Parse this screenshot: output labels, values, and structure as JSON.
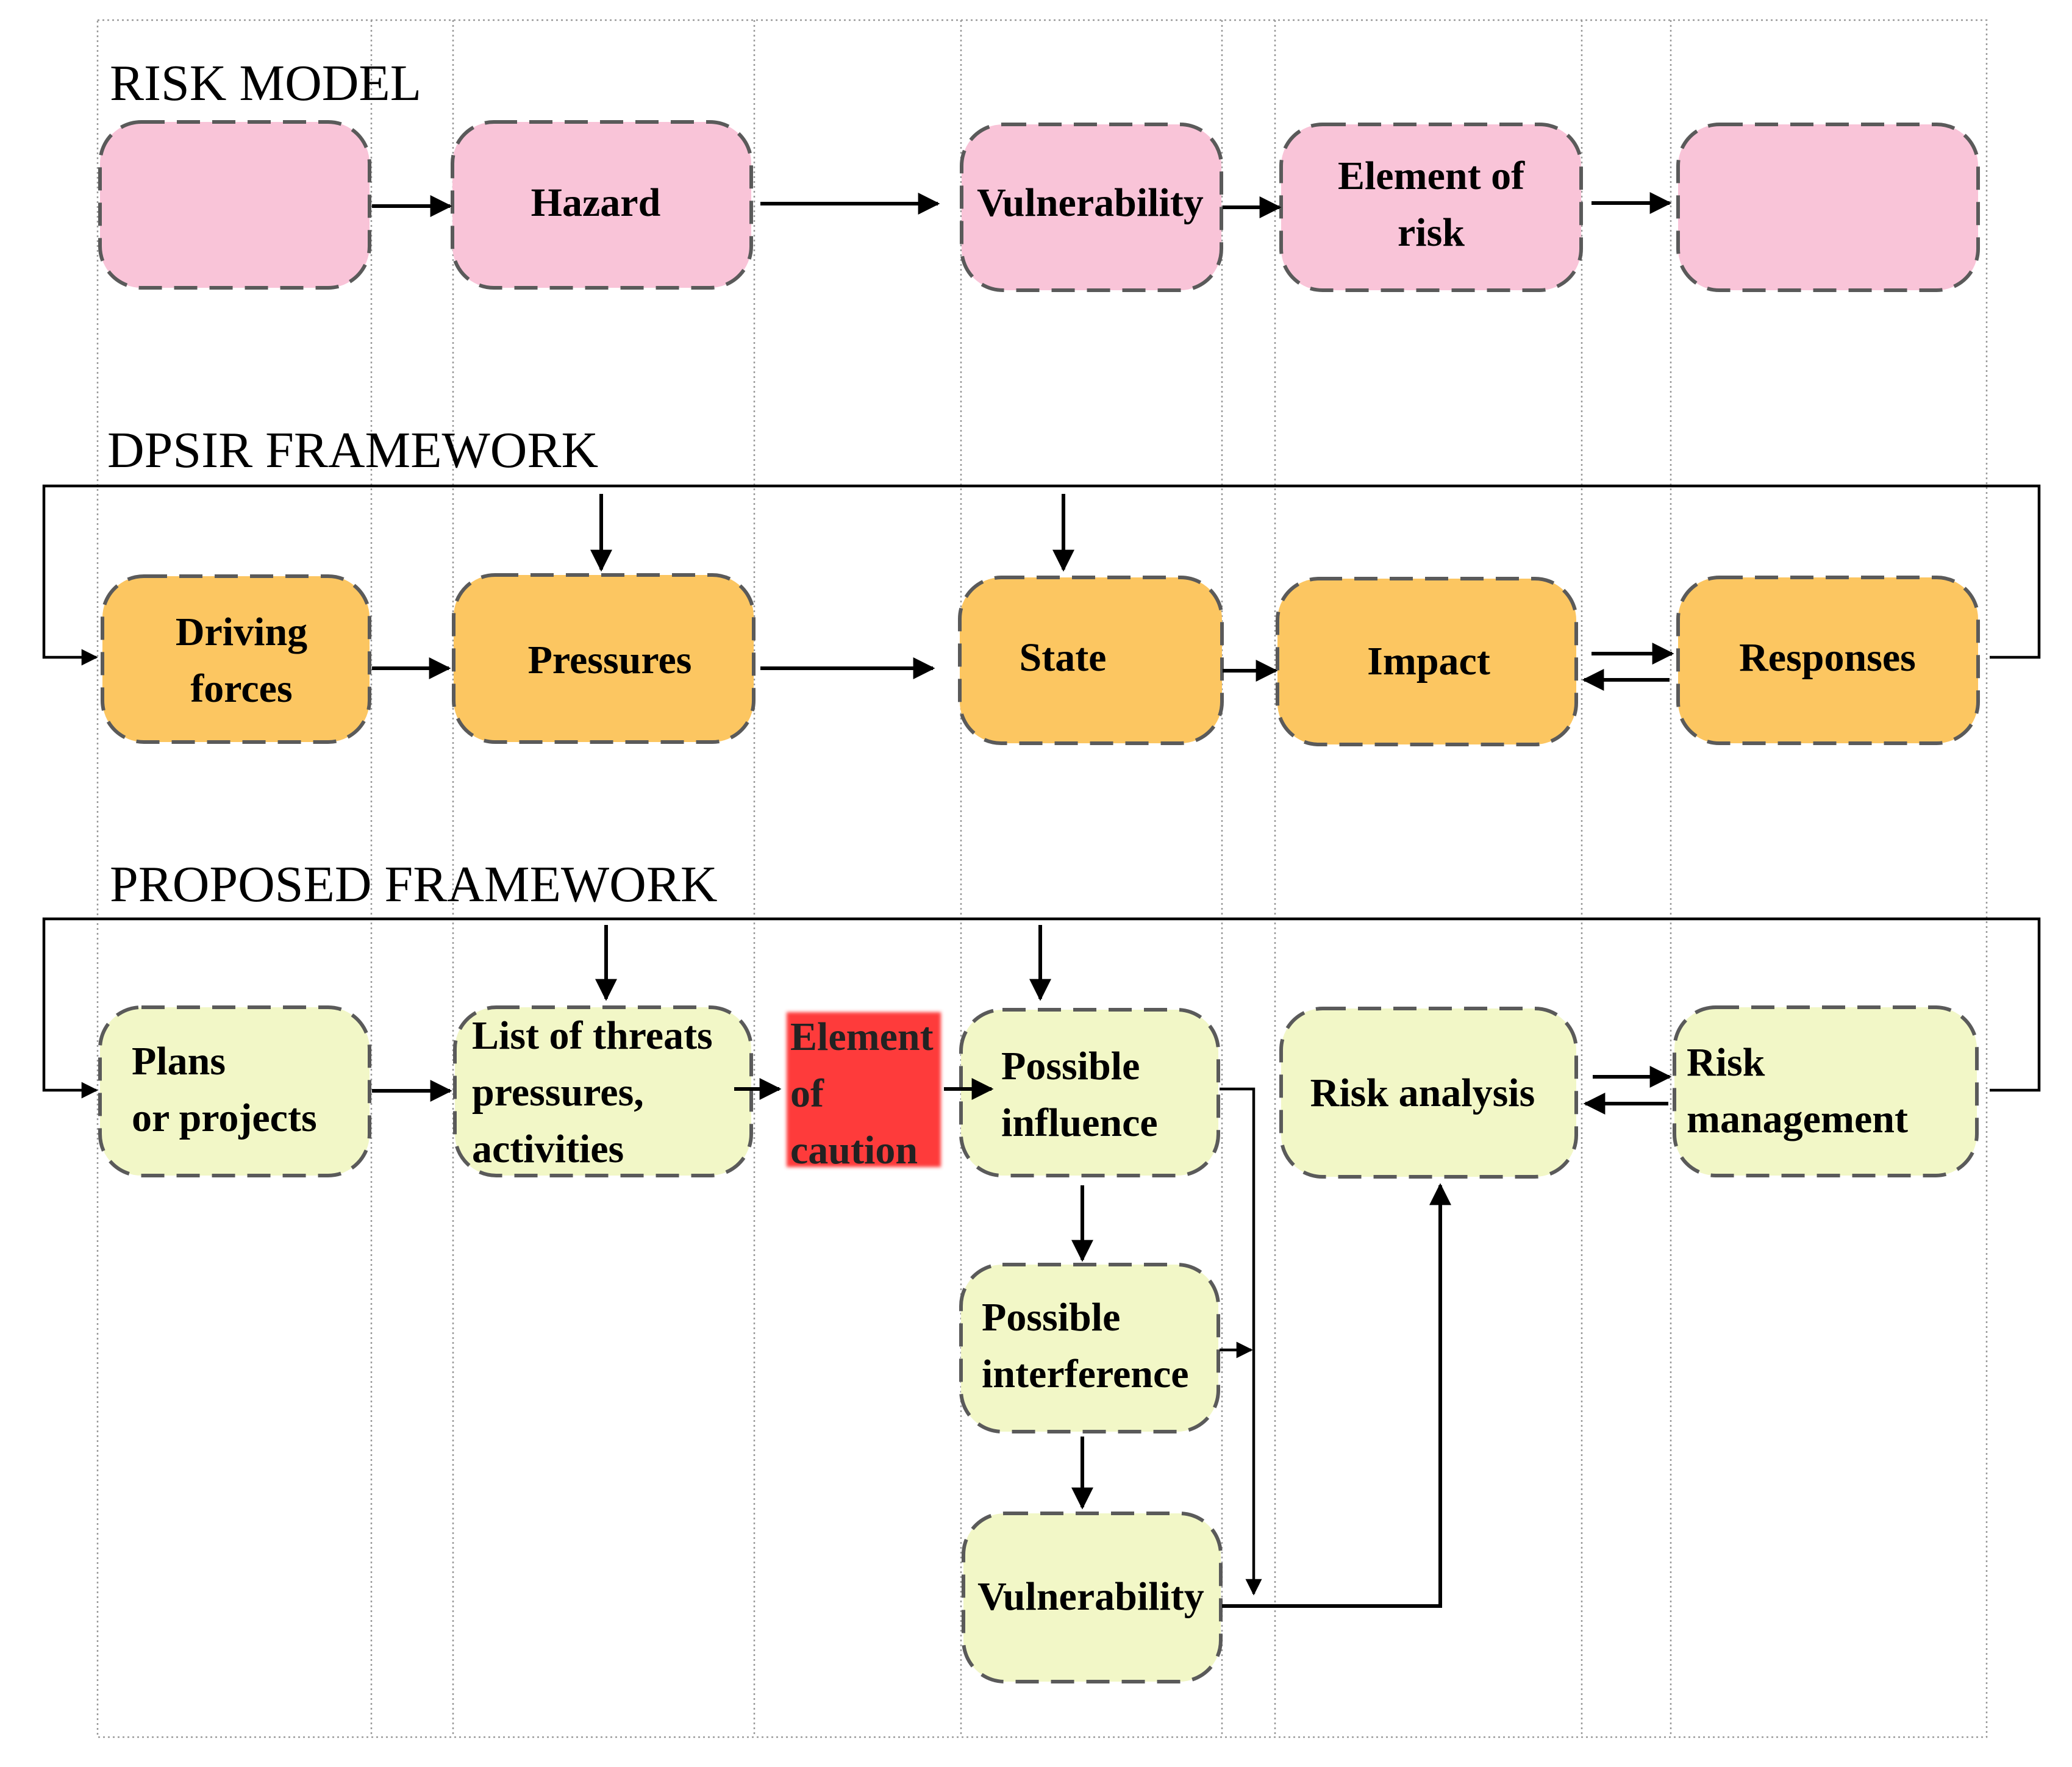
{
  "sections": {
    "risk_model": {
      "title": "RISK MODEL",
      "boxes": [
        {
          "id": "rm1",
          "lines": []
        },
        {
          "id": "rm2",
          "lines": [
            "Hazard"
          ]
        },
        {
          "id": "rm3",
          "lines": [
            "Vulnerability"
          ]
        },
        {
          "id": "rm4",
          "lines": [
            "Element of",
            "risk"
          ]
        },
        {
          "id": "rm5",
          "lines": []
        }
      ]
    },
    "dpsir": {
      "title": "DPSIR  FRAMEWORK",
      "boxes": [
        {
          "id": "dp1",
          "lines": [
            "Driving",
            "forces"
          ]
        },
        {
          "id": "dp2",
          "lines": [
            "Pressures"
          ]
        },
        {
          "id": "dp3",
          "lines": [
            "State"
          ]
        },
        {
          "id": "dp4",
          "lines": [
            "Impact"
          ]
        },
        {
          "id": "dp5",
          "lines": [
            "Responses"
          ]
        }
      ]
    },
    "proposed": {
      "title": "PROPOSED FRAMEWORK",
      "boxes": [
        {
          "id": "pf1",
          "lines": [
            "Plans",
            "or projects"
          ]
        },
        {
          "id": "pf2",
          "lines": [
            "List of threats",
            "pressures,",
            "activities"
          ]
        },
        {
          "id": "pf3",
          "lines": [
            "Element",
            "of",
            "caution"
          ]
        },
        {
          "id": "pf4",
          "lines": [
            "Possible",
            "influence"
          ]
        },
        {
          "id": "pf5",
          "lines": [
            "Possible",
            "interference"
          ]
        },
        {
          "id": "pf6",
          "lines": [
            "Vulnerability"
          ]
        },
        {
          "id": "pf7",
          "lines": [
            "Risk analysis"
          ]
        },
        {
          "id": "pf8",
          "lines": [
            "Risk",
            "management"
          ]
        }
      ]
    }
  },
  "colors": {
    "risk_model_fill": "#f9c4d8",
    "dpsir_fill": "#fcc661",
    "proposed_fill": "#f2f7c7",
    "caution_fill": "#fe3b3b",
    "outline": "#5a5a5a"
  }
}
